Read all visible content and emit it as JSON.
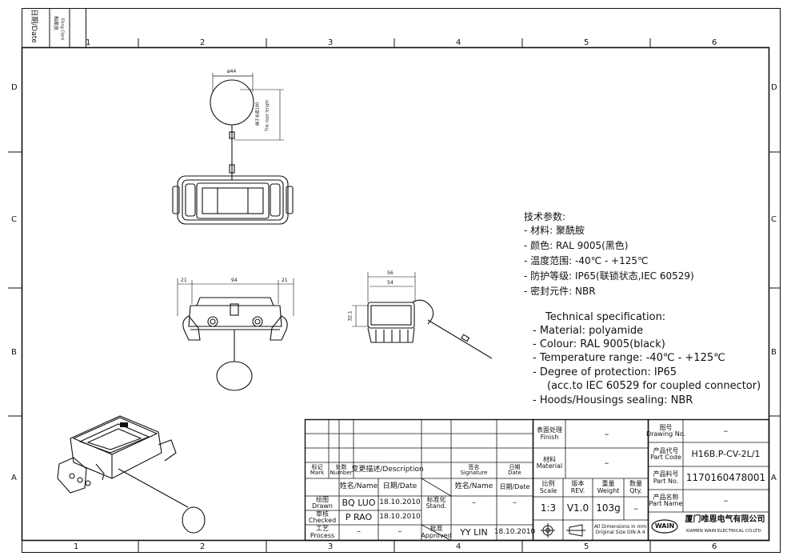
{
  "frame": {
    "columns_top": [
      "1",
      "2",
      "3",
      "4",
      "5",
      "6"
    ],
    "columns_bottom": [
      "1",
      "2",
      "3",
      "4",
      "5",
      "6"
    ],
    "rows_left": [
      "D",
      "C",
      "B",
      "A"
    ],
    "rows_right": [
      "D",
      "C",
      "B",
      "A"
    ],
    "filing_corner": {
      "date": "日期/Date",
      "clerk_cn": "档案员",
      "clerk_en": "Filing Clerk"
    }
  },
  "dimensions": {
    "top_diameter": "ø44",
    "rope_length_cn": "绳子长度180",
    "rope_length_en": "The rope length",
    "front_left": "21",
    "front_mid": "94",
    "front_right": "21",
    "side_width_outer": "56",
    "side_width_inner": "54",
    "side_height": "32.1"
  },
  "spec_cn": {
    "heading": "技术参数:",
    "lines": [
      "- 材料: 聚酰胺",
      "- 颜色: RAL 9005(黑色)",
      "- 温度范围: -40℃ - +125℃",
      "- 防护等级: IP65(联锁状态,IEC 60529)",
      "- 密封元件: NBR"
    ]
  },
  "spec_en": {
    "heading": "Technical specification:",
    "lines": [
      "- Material: polyamide",
      "- Colour: RAL 9005(black)",
      "- Temperature range: -40℃ - +125℃",
      "- Degree of protection: IP65",
      "(acc.to IEC 60529 for coupled connector)",
      "- Hoods/Housings sealing: NBR"
    ]
  },
  "revision_block": {
    "mark": [
      "标记",
      "Mark"
    ],
    "number": [
      "处数",
      "Number"
    ],
    "description": "变更描述/Description",
    "signature": [
      "签名",
      "Signature"
    ],
    "date": [
      "日期",
      "Date"
    ],
    "sign_name": "姓名/Name",
    "sign_date": "日期/Date",
    "standard": [
      "标准化",
      "Stand."
    ],
    "standard_name": "–",
    "standard_date": "–",
    "drawn": {
      "label": [
        "绘图",
        "Drawn"
      ],
      "name": "BQ LUO",
      "date": "18.10.2010"
    },
    "checked": {
      "label": [
        "审核",
        "Checked"
      ],
      "name": "P RAO",
      "date": "18.10.2010"
    },
    "process": {
      "label": [
        "工艺",
        "Process"
      ],
      "name": "–",
      "date": "–"
    },
    "approved": {
      "label": [
        "批准",
        "Approved"
      ],
      "name": "YY LIN",
      "date": "18.10.2010"
    }
  },
  "props": {
    "finish": {
      "label": [
        "表面处理",
        "Finish"
      ],
      "value": "–"
    },
    "material": {
      "label": [
        "材料",
        "Material"
      ],
      "value": "–"
    },
    "scale": {
      "label": [
        "比例",
        "Scale"
      ],
      "value": "1:3"
    },
    "rev": {
      "label": [
        "版本",
        "REV."
      ],
      "value": "V1.0"
    },
    "weight": {
      "label": [
        "重量",
        "Weight"
      ],
      "value": "103g"
    },
    "qty": {
      "label": [
        "数量",
        "Qty."
      ],
      "value": "–"
    },
    "note": [
      "All Dimensions in mm",
      "Original Size DIN A 4"
    ]
  },
  "title_block": {
    "drawing_no": {
      "label": [
        "图号",
        "Drawing No."
      ],
      "value": "–"
    },
    "part_code": {
      "label": [
        "产品代号",
        "Part Code"
      ],
      "value": "H16B.P-CV-2L/1"
    },
    "part_no": {
      "label": [
        "产品料号",
        "Part No."
      ],
      "value": "1170160478001"
    },
    "part_name": {
      "label": [
        "产品名称",
        "Part Name"
      ],
      "value": "–"
    },
    "logo": "WAIN",
    "company_cn": "厦门唯恩电气有限公司",
    "company_en": "XIAMEN WAIN ELECTRICAL CO.LTD"
  }
}
